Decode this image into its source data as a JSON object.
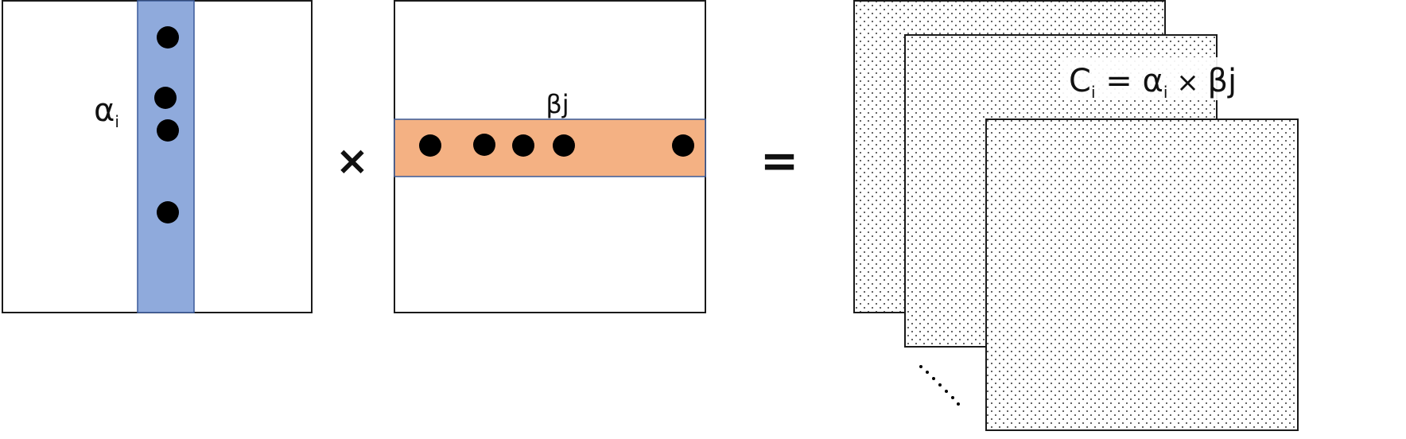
{
  "matrix_a": {
    "label_main": "α",
    "label_sub": "i",
    "column_color": "#8faadc",
    "column_border": "#3a5a9a",
    "dot_count": 4
  },
  "operator_multiply": "×",
  "matrix_b": {
    "label": "βj",
    "row_color": "#f4b183",
    "row_border": "#3a5a9a",
    "dot_count": 5
  },
  "operator_equals": "=",
  "result_stack": {
    "formula": {
      "c": "C",
      "c_sub": "i",
      "eq": " = ",
      "alpha": "α",
      "alpha_sub": "i",
      "times": " × ",
      "beta": "βj"
    },
    "layer_count": 3,
    "continuation": "ellipsis-dots",
    "fill_pattern": "dotted"
  },
  "colors": {
    "stroke": "#1a1a1a",
    "dot": "#000000",
    "background": "#ffffff"
  }
}
